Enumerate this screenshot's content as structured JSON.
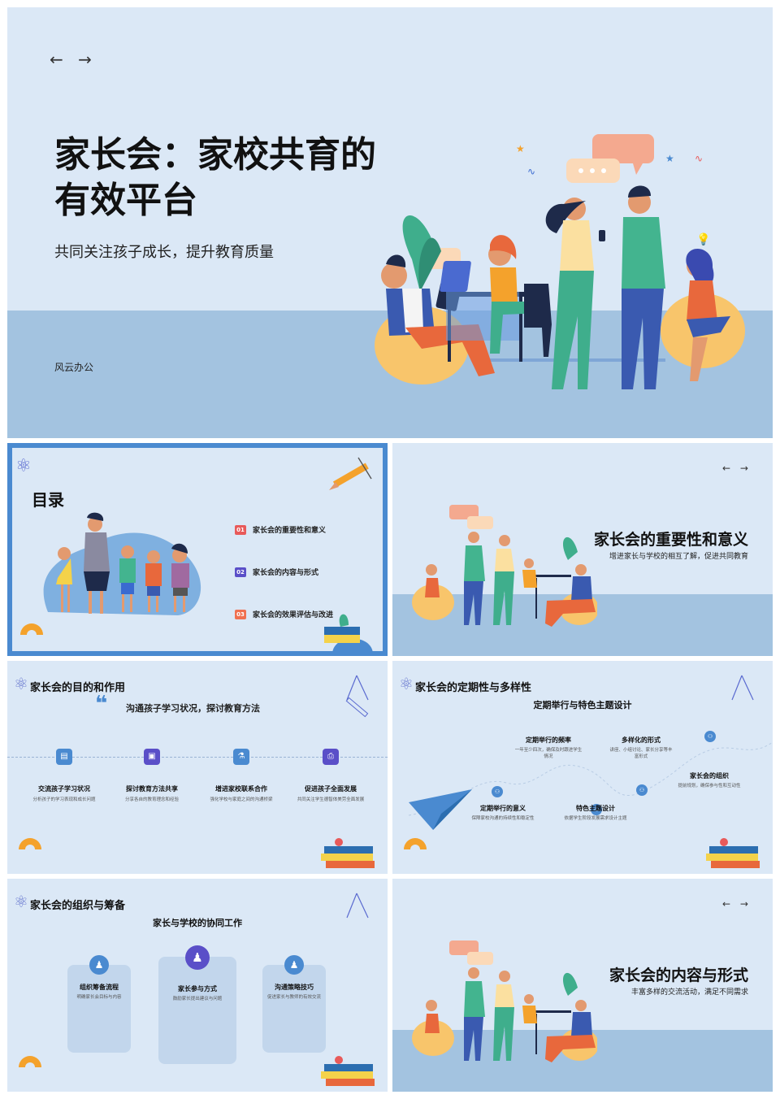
{
  "colors": {
    "bg": "#dbe8f6",
    "floor": "#a3c3e0",
    "accent_blue": "#4a8ad0",
    "orange": "#f4a22c",
    "red": "#e85a5a",
    "purple": "#5a4fc8",
    "teal": "#43b48f"
  },
  "slide1": {
    "nav": "← →",
    "title_line1": "家长会：家校共育的",
    "title_line2": "有效平台",
    "subtitle": "共同关注孩子成长，提升教育质量",
    "author": "风云办公"
  },
  "slide2": {
    "title": "目录",
    "items": [
      {
        "num": "01",
        "label": "家长会的重要性和意义",
        "color": "#e85a5a"
      },
      {
        "num": "02",
        "label": "家长会的内容与形式",
        "color": "#5a4fc8"
      },
      {
        "num": "03",
        "label": "家长会的效果评估与改进",
        "color": "#f07050"
      }
    ]
  },
  "slide3": {
    "nav": "← →",
    "title": "家长会的重要性和意义",
    "subtitle": "增进家长与学校的相互了解，促进共同教育"
  },
  "slide4": {
    "title": "家长会的目的和作用",
    "quote": "沟通孩子学习状况，探讨教育方法",
    "quote_mark": "❝",
    "steps": [
      {
        "label": "交流孩子学习状况",
        "desc": "分析孩子的学习表现和成长问题",
        "color": "#4a8ad0",
        "icon": "document-icon"
      },
      {
        "label": "探讨教育方法共享",
        "desc": "分享各自的教育理念和经验",
        "color": "#5a4fc8",
        "icon": "image-icon"
      },
      {
        "label": "增进家校联系合作",
        "desc": "强化学校与家庭之间的沟通桥梁",
        "color": "#4a8ad0",
        "icon": "flask-icon"
      },
      {
        "label": "促进孩子全面发展",
        "desc": "共同关注学生德智体美劳全面发展",
        "color": "#5a4fc8",
        "icon": "printer-icon"
      }
    ]
  },
  "slide5": {
    "title": "家长会的定期性与多样性",
    "subtitle": "定期举行与特色主题设计",
    "points": [
      {
        "label": "定期举行的频率",
        "desc": "一年至少四次，确保及时跟进学生情况"
      },
      {
        "label": "多样化的形式",
        "desc": "讲座、小组讨论、家长分享等丰富形式"
      },
      {
        "label": "家长会的组织",
        "desc": "提前规划，确保参与性和互动性"
      },
      {
        "label": "定期举行的意义",
        "desc": "保障家校沟通的持续性和稳定性"
      },
      {
        "label": "特色主题设计",
        "desc": "依据学生阶段发展需求设计主题"
      }
    ]
  },
  "slide6": {
    "title": "家长会的组织与筹备",
    "subtitle": "家长与学校的协同工作",
    "cards": [
      {
        "label": "组织筹备流程",
        "desc": "明确家长会目标与内容"
      },
      {
        "label": "家长参与方式",
        "desc": "鼓励家长提出建议与问题"
      },
      {
        "label": "沟通策略技巧",
        "desc": "促进家长与教师的有效交流"
      }
    ]
  },
  "slide7": {
    "nav": "← →",
    "title": "家长会的内容与形式",
    "subtitle": "丰富多样的交流活动，满足不同需求"
  }
}
